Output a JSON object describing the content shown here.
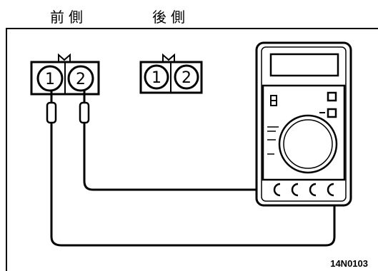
{
  "labels": {
    "front": "前側",
    "rear": "後側"
  },
  "connectors": {
    "front": {
      "pins": [
        "1",
        "2"
      ]
    },
    "rear": {
      "pins": [
        "1",
        "2"
      ]
    }
  },
  "figure_code": "14N0103",
  "icons": [
    "connector-icon",
    "test-probe-icon",
    "multimeter-icon",
    "dial-icon",
    "terminal-icon"
  ]
}
